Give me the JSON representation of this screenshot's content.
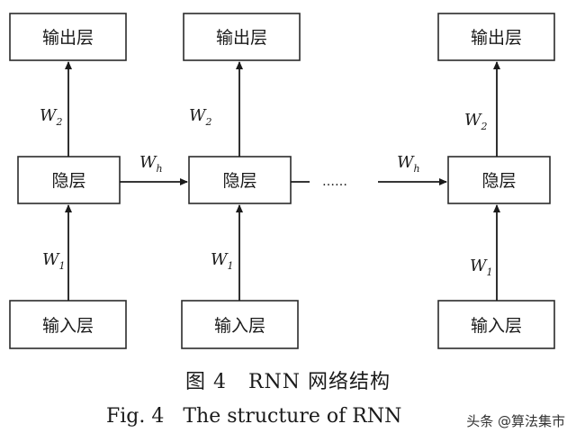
{
  "diagram": {
    "columns": [
      {
        "output": "输出层",
        "hidden": "隐层",
        "input": "输入层"
      },
      {
        "output": "输出层",
        "hidden": "隐层",
        "input": "输入层"
      },
      {
        "output": "输出层",
        "hidden": "隐层",
        "input": "输入层"
      }
    ],
    "weights": {
      "input_to_hidden": {
        "base": "W",
        "sub": "1"
      },
      "hidden_to_output": {
        "base": "W",
        "sub": "2"
      },
      "hidden_to_hidden": {
        "base": "W",
        "sub": "h"
      }
    },
    "ellipsis": "……"
  },
  "caption": {
    "cn": "图 4   RNN 网络结构",
    "en": "Fig. 4   The structure of RNN"
  },
  "watermark": "头条 @算法集市"
}
